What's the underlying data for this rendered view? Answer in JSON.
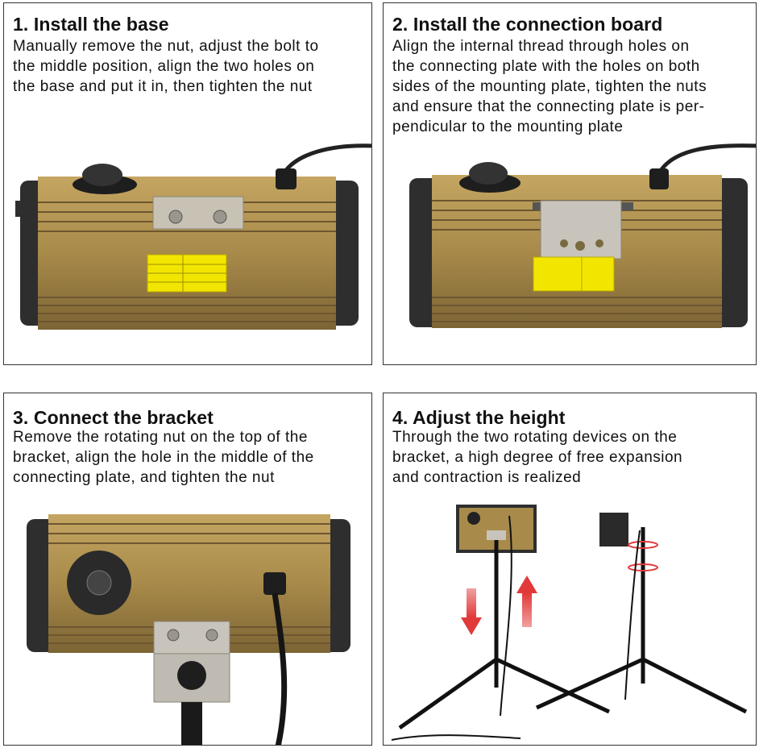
{
  "steps": [
    {
      "title": "1. Install the base",
      "desc": "Manually remove the nut, adjust the bolt to\nthe middle position, align the two holes on\nthe base and put it in, then tighten the nut"
    },
    {
      "title": "2. Install the connection board",
      "desc": "Align the internal thread through holes on\nthe connecting plate with the holes on both\nsides of the mounting plate, tighten the nuts\nand ensure that the connecting plate is per-\npendicular to the mounting plate"
    },
    {
      "title": "3. Connect the bracket",
      "desc": "Remove the rotating nut on the top of the\nbracket, align the hole in the middle of the\nconnecting plate, and tighten the nut"
    },
    {
      "title": "4. Adjust the height",
      "desc": "Through the two rotating devices on the\nbracket, a high degree of free expansion\nand contraction is realized"
    }
  ],
  "colors": {
    "housing": "#a88a4a",
    "end_cap": "#3a3a3a",
    "label": "#f2e600",
    "arrow": "#e23a3a"
  }
}
